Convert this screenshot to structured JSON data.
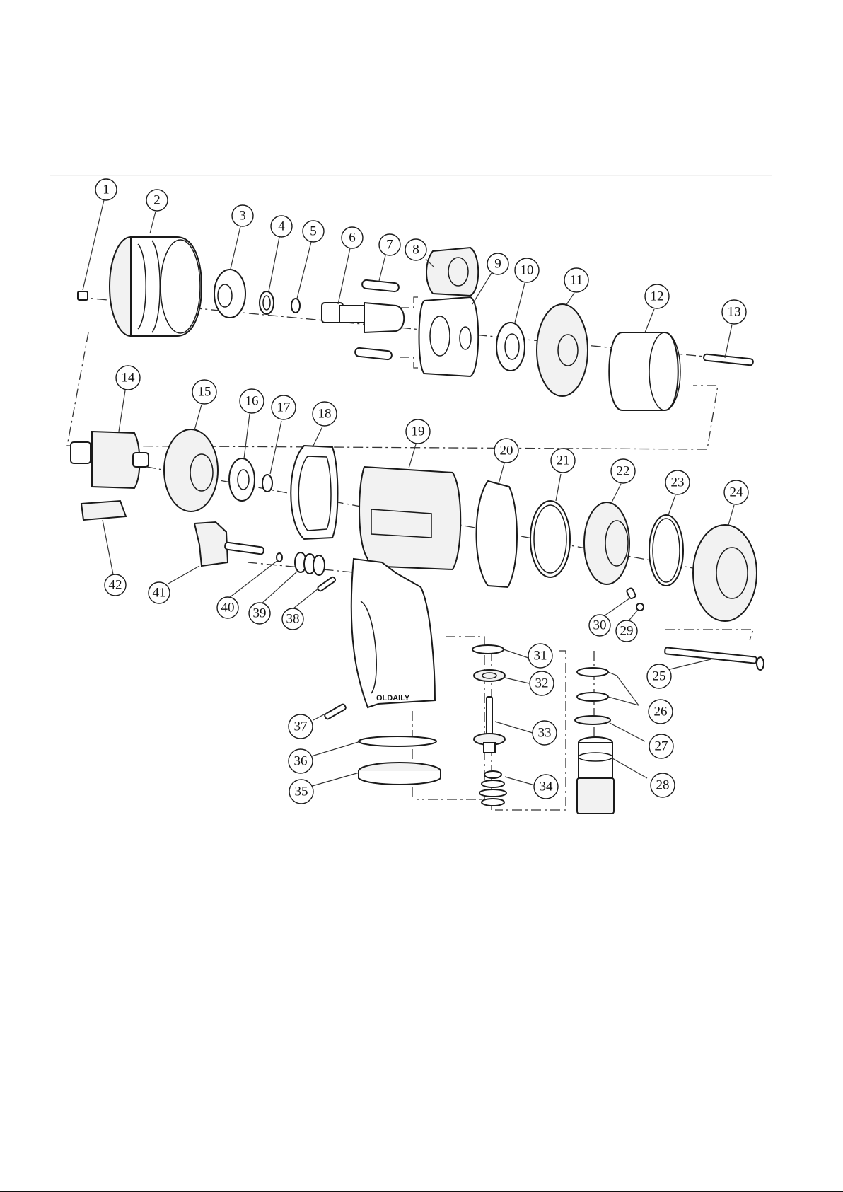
{
  "diagram": {
    "brand_text": "OLDAILY",
    "callout_labels": [
      "1",
      "2",
      "3",
      "4",
      "5",
      "6",
      "7",
      "8",
      "9",
      "10",
      "11",
      "12",
      "13",
      "14",
      "15",
      "16",
      "17",
      "18",
      "19",
      "20",
      "21",
      "22",
      "23",
      "24",
      "25",
      "26",
      "27",
      "28",
      "29",
      "30",
      "31",
      "32",
      "33",
      "34",
      "35",
      "36",
      "37",
      "38",
      "39",
      "40",
      "41",
      "42"
    ]
  }
}
